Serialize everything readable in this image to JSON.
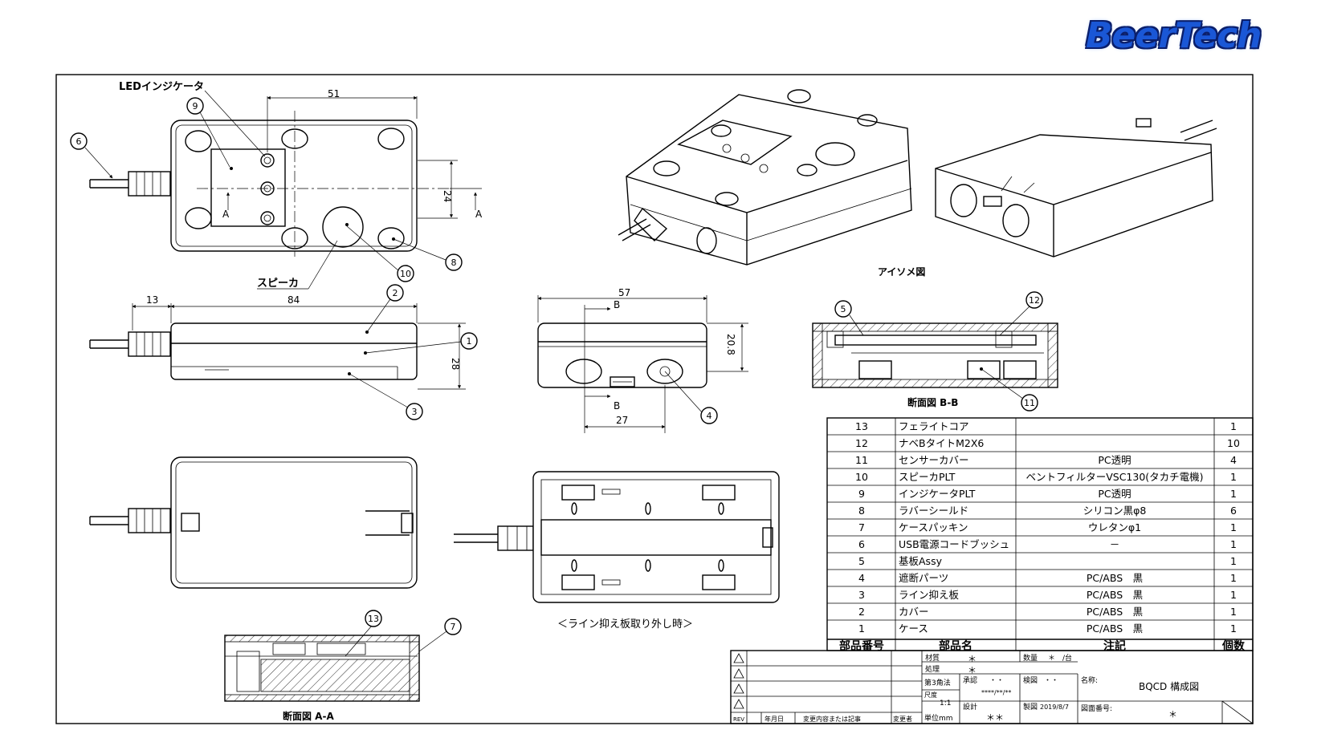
{
  "logo": "BeerTech",
  "labels": {
    "led": "LEDインジケータ",
    "speaker": "スピーカ",
    "iso": "アイソメ図",
    "section_bb": "断面図 B-B",
    "section_aa": "断面図 A-A",
    "line_removed": "＜ライン抑え板取り外し時＞",
    "sec_a": "A",
    "sec_b": "B"
  },
  "dims": {
    "d51": "51",
    "d24": "24",
    "d13": "13",
    "d84": "84",
    "d28": "28",
    "d57": "57",
    "d20_8": "20.8",
    "d27": "27"
  },
  "callouts": [
    "1",
    "2",
    "3",
    "4",
    "5",
    "6",
    "7",
    "8",
    "9",
    "10",
    "11",
    "12",
    "13"
  ],
  "parts_table": {
    "headers": [
      "部品番号",
      "部品名",
      "注記",
      "個数"
    ],
    "rows": [
      {
        "no": "13",
        "name": "フェライトコア",
        "note": "",
        "qty": "1"
      },
      {
        "no": "12",
        "name": "ナベBタイトM2X6",
        "note": "",
        "qty": "10"
      },
      {
        "no": "11",
        "name": "センサーカバー",
        "note": "PC透明",
        "qty": "4"
      },
      {
        "no": "10",
        "name": "スピーカPLT",
        "note": "ベントフィルターVSC130(タカチ電機)",
        "qty": "1"
      },
      {
        "no": "9",
        "name": "インジケータPLT",
        "note": "PC透明",
        "qty": "1"
      },
      {
        "no": "8",
        "name": "ラバーシールド",
        "note": "シリコン黒φ8",
        "qty": "6"
      },
      {
        "no": "7",
        "name": "ケースパッキン",
        "note": "ウレタンφ1",
        "qty": "1"
      },
      {
        "no": "6",
        "name": "USB電源コードブッシュ",
        "note": "－",
        "qty": "1"
      },
      {
        "no": "5",
        "name": "基板Assy",
        "note": "",
        "qty": "1"
      },
      {
        "no": "4",
        "name": "遮断パーツ",
        "note": "PC/ABS　黒",
        "qty": "1"
      },
      {
        "no": "3",
        "name": "ライン抑え板",
        "note": "PC/ABS　黒",
        "qty": "1"
      },
      {
        "no": "2",
        "name": "カバー",
        "note": "PC/ABS　黒",
        "qty": "1"
      },
      {
        "no": "1",
        "name": "ケース",
        "note": "PC/ABS　黒",
        "qty": "1"
      }
    ]
  },
  "title_block": {
    "material_label": "材質",
    "material": "＊",
    "treatment_label": "処理",
    "treatment": "＊",
    "qty_label": "数量",
    "qty": "＊　/台",
    "angle": "第3角法",
    "scale_label": "尺度",
    "scale": "1:1",
    "approve_label": "承認",
    "approve": "・・",
    "approve_date": "****/**/**",
    "check_label": "検図",
    "check": "・・",
    "draw_label": "製図",
    "draw_date": "2019/8/7",
    "design_label": "設計",
    "design": "＊＊",
    "unit": "単位mm",
    "name_label": "名称:",
    "name": "BQCD 構成図",
    "drawing_no_label": "図面番号:",
    "drawing_no": "＊",
    "rev": "REV",
    "date": "年月日",
    "change": "変更内容または記事",
    "changer": "変更者"
  }
}
